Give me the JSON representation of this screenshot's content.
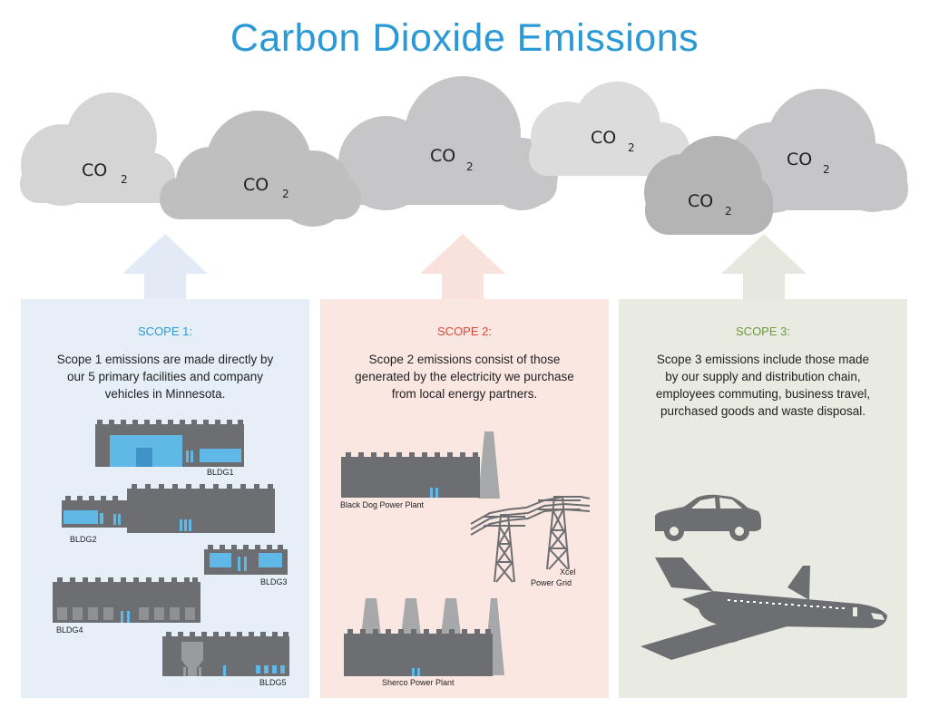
{
  "title": "Carbon Dioxide Emissions",
  "clouds": {
    "label": "CO",
    "subscript": "2"
  },
  "scopes": [
    {
      "heading": "SCOPE 1:",
      "color": "#2a9ad6",
      "bg": "#e6eef8",
      "arrow": "#e2ebf5",
      "lines": [
        "Scope 1 emissions are made directly by",
        "our 5 primary facilities and company",
        "vehicles in Minnesota."
      ]
    },
    {
      "heading": "SCOPE 2:",
      "color": "#e0473a",
      "bg": "#fbe7e2",
      "arrow": "#f9e2dc",
      "lines": [
        "Scope 2 emissions consist of those",
        "generated by the electricity we purchase",
        "from local energy partners."
      ]
    },
    {
      "heading": "SCOPE 3:",
      "color": "#6b9a3d",
      "bg": "#e9ebe2",
      "arrow": "#e6e8de",
      "lines": [
        "Scope 3 emissions include those made",
        "by our supply and distribution chain,",
        "employees commuting, business travel,",
        "purchased goods and waste disposal."
      ]
    }
  ],
  "buildings": {
    "b1": "BLDG1",
    "b2": "BLDG2",
    "b3": "BLDG3",
    "b4": "BLDG4",
    "b5": "BLDG5"
  },
  "plants": {
    "black_dog": "Black Dog Power Plant",
    "xcel_1": "Xcel",
    "xcel_2": "Power Grid",
    "sherco": "Sherco Power Plant"
  }
}
